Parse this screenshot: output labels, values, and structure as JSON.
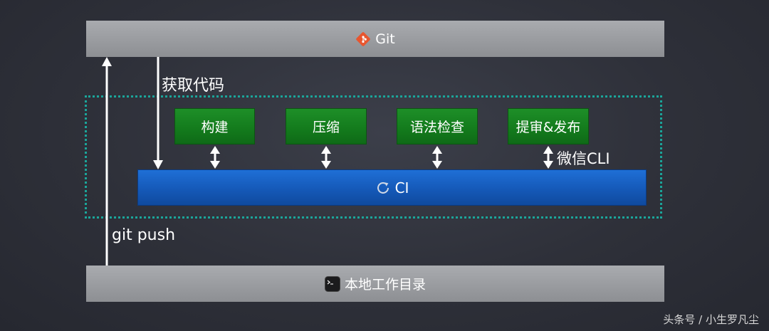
{
  "top_bar": {
    "label": "Git"
  },
  "bottom_bar": {
    "label": "本地工作目录"
  },
  "ci_bar": {
    "label": "CI"
  },
  "steps": [
    {
      "label": "构建"
    },
    {
      "label": "压缩"
    },
    {
      "label": "语法检查"
    },
    {
      "label": "提审&发布"
    }
  ],
  "labels": {
    "fetch_code": "获取代码",
    "git_push": "git push",
    "wechat_cli": "微信CLI"
  },
  "watermark": "头条号 / 小生罗凡尘",
  "colors": {
    "git_logo": "#e8562f",
    "step_green": "#137a1c",
    "ci_blue": "#1559b8",
    "dotted_border": "#1ba59a",
    "bar_gray": "#9c9ea2"
  }
}
